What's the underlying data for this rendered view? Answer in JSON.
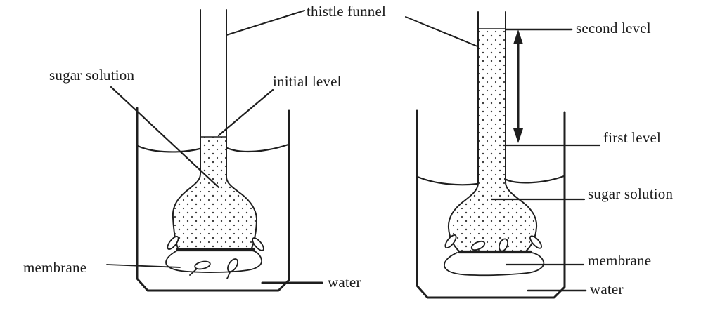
{
  "figure": {
    "title_label": "thistle funnel",
    "colors": {
      "ink": "#1e1e1e",
      "dot": "#3c3c3c",
      "background": "#ffffff"
    },
    "left_panel": {
      "description": "initial state of osmosis demonstration",
      "labels": {
        "sugar_solution": "sugar solution",
        "initial_level": "initial level",
        "membrane": "membrane",
        "water": "water"
      }
    },
    "right_panel": {
      "description": "later state with risen liquid column",
      "labels": {
        "second_level": "second level",
        "first_level": "first level",
        "sugar_solution": "sugar solution",
        "membrane": "membrane",
        "water": "water"
      }
    }
  }
}
